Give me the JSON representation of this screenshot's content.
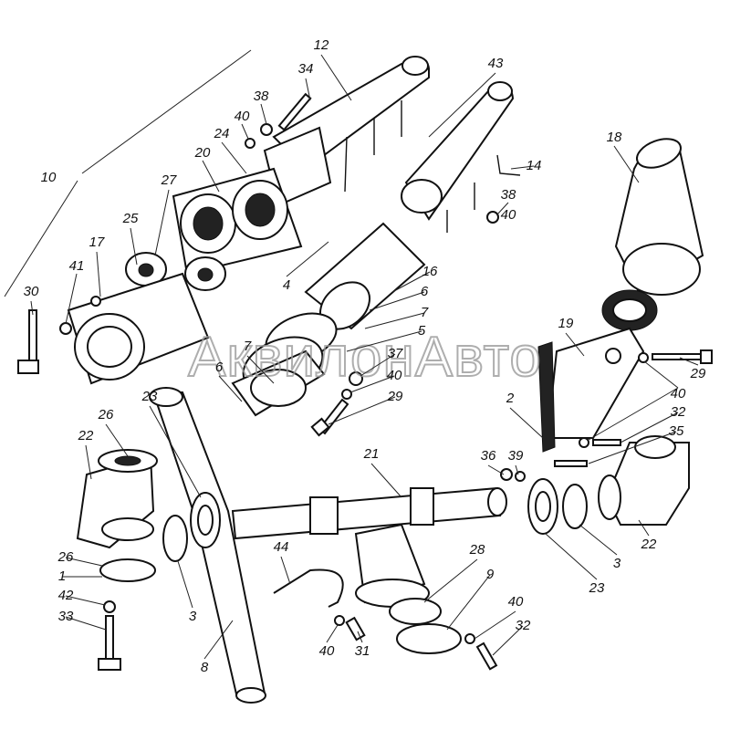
{
  "watermark": "АквилонАвто",
  "callouts": {
    "c12": "12",
    "c43": "43",
    "c34": "34",
    "c38a": "38",
    "c40a": "40",
    "c24": "24",
    "c20": "20",
    "c10": "10",
    "c27": "27",
    "c14": "14",
    "c18": "18",
    "c38b": "38",
    "c40b": "40",
    "c25": "25",
    "c17": "17",
    "c41": "41",
    "c30": "30",
    "c4": "4",
    "c16": "16",
    "c6a": "6",
    "c7a": "7",
    "c5": "5",
    "c37": "37",
    "c40c": "40",
    "c29a": "29",
    "c7b": "7",
    "c6b": "6",
    "c19": "19",
    "c29b": "29",
    "c40d": "40",
    "c2": "2",
    "c32a": "32",
    "c35": "35",
    "c23a": "23",
    "c26a": "26",
    "c22a": "22",
    "c21": "21",
    "c36": "36",
    "c39": "39",
    "c22b": "22",
    "c3a": "3",
    "c23b": "23",
    "c44": "44",
    "c28": "28",
    "c9": "9",
    "c26b": "26",
    "c1": "1",
    "c42": "42",
    "c33": "33",
    "c3b": "3",
    "c8": "8",
    "c40e": "40",
    "c31": "31",
    "c40f": "40",
    "c32b": "32"
  }
}
